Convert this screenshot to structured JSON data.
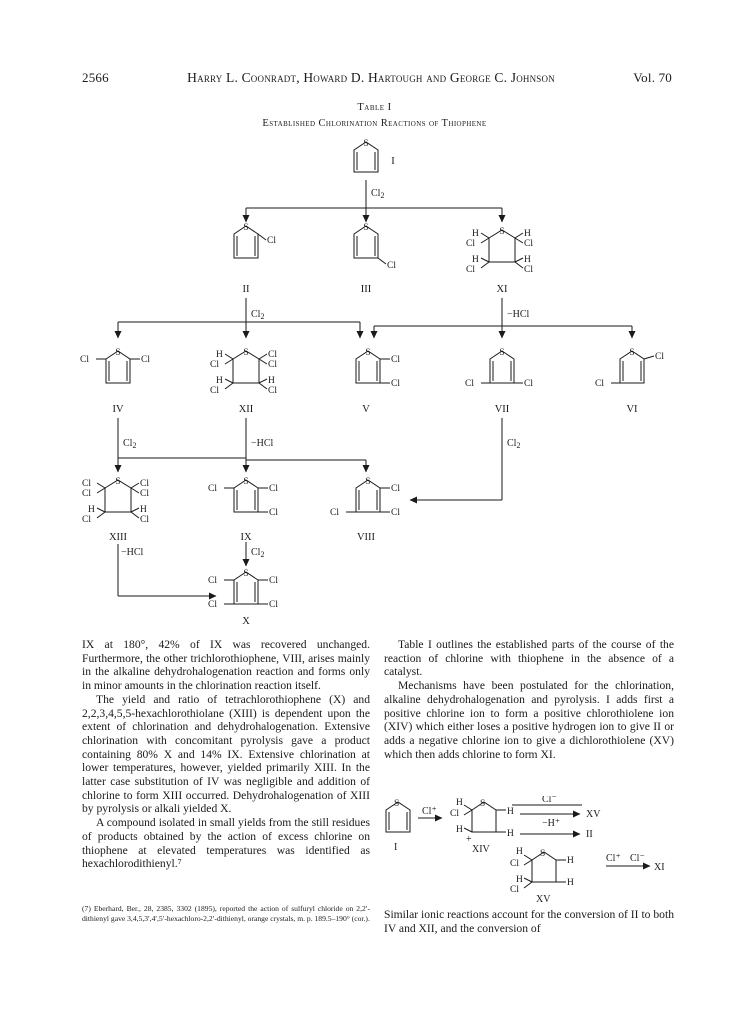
{
  "header": {
    "page_number": "2566",
    "authors": "Harry L. Coonradt, Howard D. Hartough and George C. Johnson",
    "volume": "Vol. 70"
  },
  "table": {
    "label": "Table I",
    "title": "Established Chlorination Reactions of Thiophene",
    "compounds": {
      "I": "I",
      "II": "II",
      "III": "III",
      "XI": "XI",
      "IV": "IV",
      "XII": "XII",
      "V": "V",
      "VII": "VII",
      "VI": "VI",
      "XIII": "XIII",
      "IX": "IX",
      "VIII": "VIII",
      "X": "X"
    },
    "arrow_labels": {
      "cl2": "Cl",
      "cl2_sub": "2",
      "hcl": "−HCl"
    },
    "atoms": {
      "S": "S",
      "Cl": "Cl",
      "H": "H"
    }
  },
  "left_column": [
    "IX at 180°, 42% of IX was recovered unchanged. Furthermore, the other trichlorothiophene, VIII, arises mainly in the alkaline dehydrohalogenation reaction and forms only in minor amounts in the chlorination reaction itself.",
    "The yield and ratio of tetrachlorothiophene (X) and 2,2,3,4,5,5-hexachlorothiolane (XIII) is dependent upon the extent of chlorination and dehydrohalogenation. Extensive chlorination with concomitant pyrolysis gave a product containing 80% X and 14% IX. Extensive chlorination at lower temperatures, however, yielded primarily XIII. In the latter case substitution of IV was negligible and addition of chlorine to form XIII occurred. Dehydrohalogenation of XIII by pyrolysis or alkali yielded X.",
    "A compound isolated in small yields from the still residues of products obtained by the action of excess chlorine on thiophene at elevated temperatures was identified as hexachlorodithienyl.⁷"
  ],
  "footnote": "(7) Eberhard, Ber., 28, 2385, 3302 (1895), reported the action of sulfuryl chloride on 2,2′-dithienyl gave 3,4,5,3′,4′,5′-hexachloro-2,2′-dithienyl, orange crystals, m. p. 189.5–190° (cor.).",
  "right_column": [
    "Table I outlines the established parts of the course of the reaction of chlorine with thiophene in the absence of a catalyst.",
    "Mechanisms have been postulated for the chlorination, alkaline dehydrohalogenation and pyrolysis. I adds first a positive chlorine ion to form a positive chlorothiolene ion (XIV) which either loses a positive hydrogen ion to give II or adds a negative chlorine ion to give a dichlorothiolene (XV) which then adds chlorine to form XI."
  ],
  "mechanism": {
    "I": "I",
    "XIV": "XIV",
    "XV": "XV",
    "XI": "XI",
    "II": "II",
    "cl_plus": "Cl⁺",
    "cl_minus": "Cl⁻",
    "h_plus": "−H⁺",
    "plus": "+"
  },
  "right_bottom": "Similar ionic reactions account for the conversion of II to both IV and XII, and the conversion of"
}
